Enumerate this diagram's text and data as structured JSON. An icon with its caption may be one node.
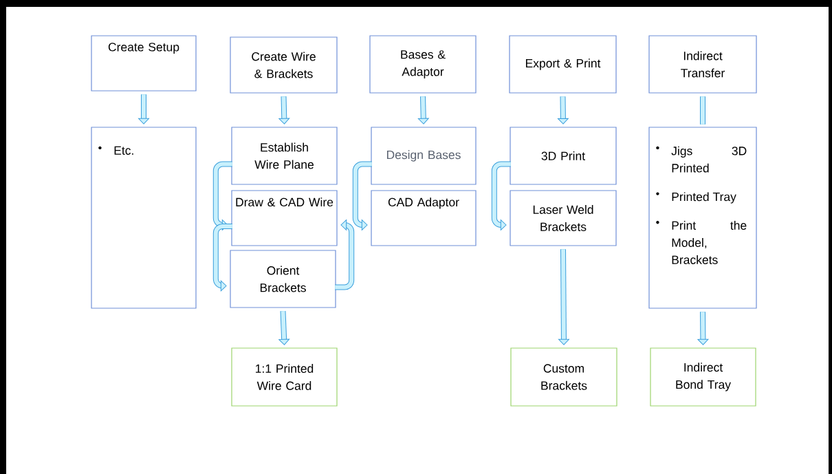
{
  "diagram": {
    "nodes": [
      {
        "text": [
          "Create Setup"
        ]
      },
      {
        "text": [
          "Etc."
        ]
      },
      {
        "text": [
          "Create Wire & Brackets"
        ]
      },
      {
        "text": [
          "Establish Wire Plane"
        ]
      },
      {
        "text": [
          "Draw & CAD Wire"
        ]
      },
      {
        "text": [
          "Orient Brackets"
        ]
      },
      {
        "text": [
          "1:1 Printed Wire Card"
        ]
      },
      {
        "text": [
          "Bases & Adaptor"
        ]
      },
      {
        "text": [
          "Design Bases"
        ]
      },
      {
        "text": [
          "CAD Adaptor"
        ]
      },
      {
        "text": [
          "Export & Print"
        ]
      },
      {
        "text": [
          "3D Print"
        ]
      },
      {
        "text": [
          "Laser Weld Brackets"
        ]
      },
      {
        "text": [
          "Custom Brackets"
        ]
      },
      {
        "text": [
          "Indirect Transfer"
        ]
      },
      {
        "text": [
          "Jigs 3D Printed",
          "Printed Tray",
          "Print the Model, Brackets"
        ]
      },
      {
        "text": [
          "Indirect Bond Tray"
        ]
      }
    ],
    "edges": [
      {
        "from": 0,
        "to": 1,
        "arrow": "to"
      },
      {
        "from": 2,
        "to": 3,
        "arrow": "to"
      },
      {
        "from": 3,
        "to": 4,
        "arrow": "to"
      },
      {
        "from": 4,
        "to": 5,
        "arrow": "to"
      },
      {
        "from": 5,
        "to": 4,
        "arrow": "to"
      },
      {
        "from": 5,
        "to": 6,
        "arrow": "to"
      },
      {
        "from": 7,
        "to": 8,
        "arrow": "to"
      },
      {
        "from": 8,
        "to": 9,
        "arrow": "to"
      },
      {
        "from": 10,
        "to": 11,
        "arrow": "to"
      },
      {
        "from": 11,
        "to": 12,
        "arrow": "to"
      },
      {
        "from": 12,
        "to": 13,
        "arrow": "to"
      },
      {
        "from": 14,
        "to": 15,
        "arrow": "none"
      },
      {
        "from": 15,
        "to": 16,
        "arrow": "to"
      }
    ]
  }
}
